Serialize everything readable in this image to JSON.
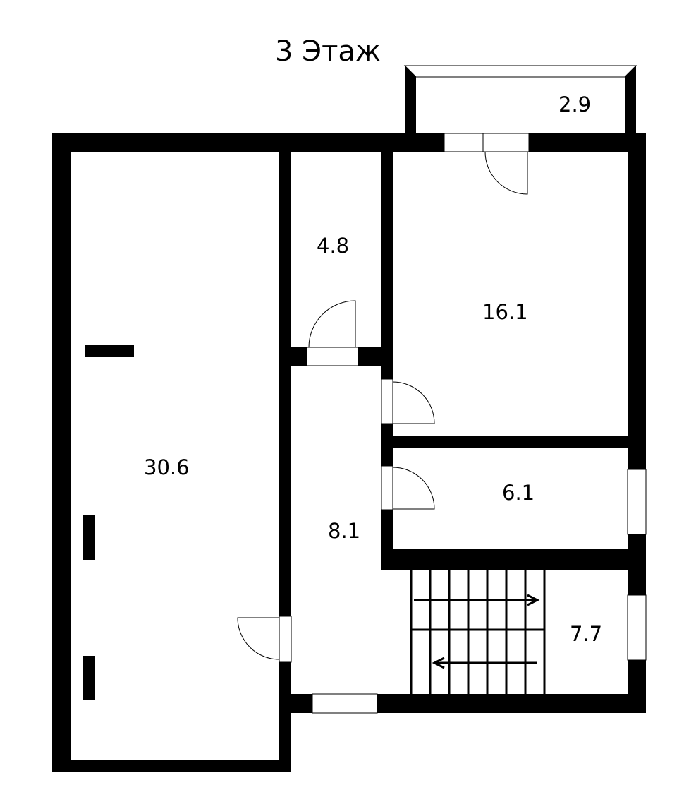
{
  "title": "3 Этаж",
  "floor": 3,
  "rooms": [
    {
      "id": "balcony",
      "area": "2.9"
    },
    {
      "id": "storage",
      "area": "4.8"
    },
    {
      "id": "room-a",
      "area": "16.1"
    },
    {
      "id": "room-b",
      "area": "30.6"
    },
    {
      "id": "room-c",
      "area": "6.1"
    },
    {
      "id": "hall",
      "area": "8.1"
    },
    {
      "id": "stair-hall",
      "area": "7.7"
    }
  ],
  "colors": {
    "wall": "#000000",
    "background": "#ffffff"
  }
}
